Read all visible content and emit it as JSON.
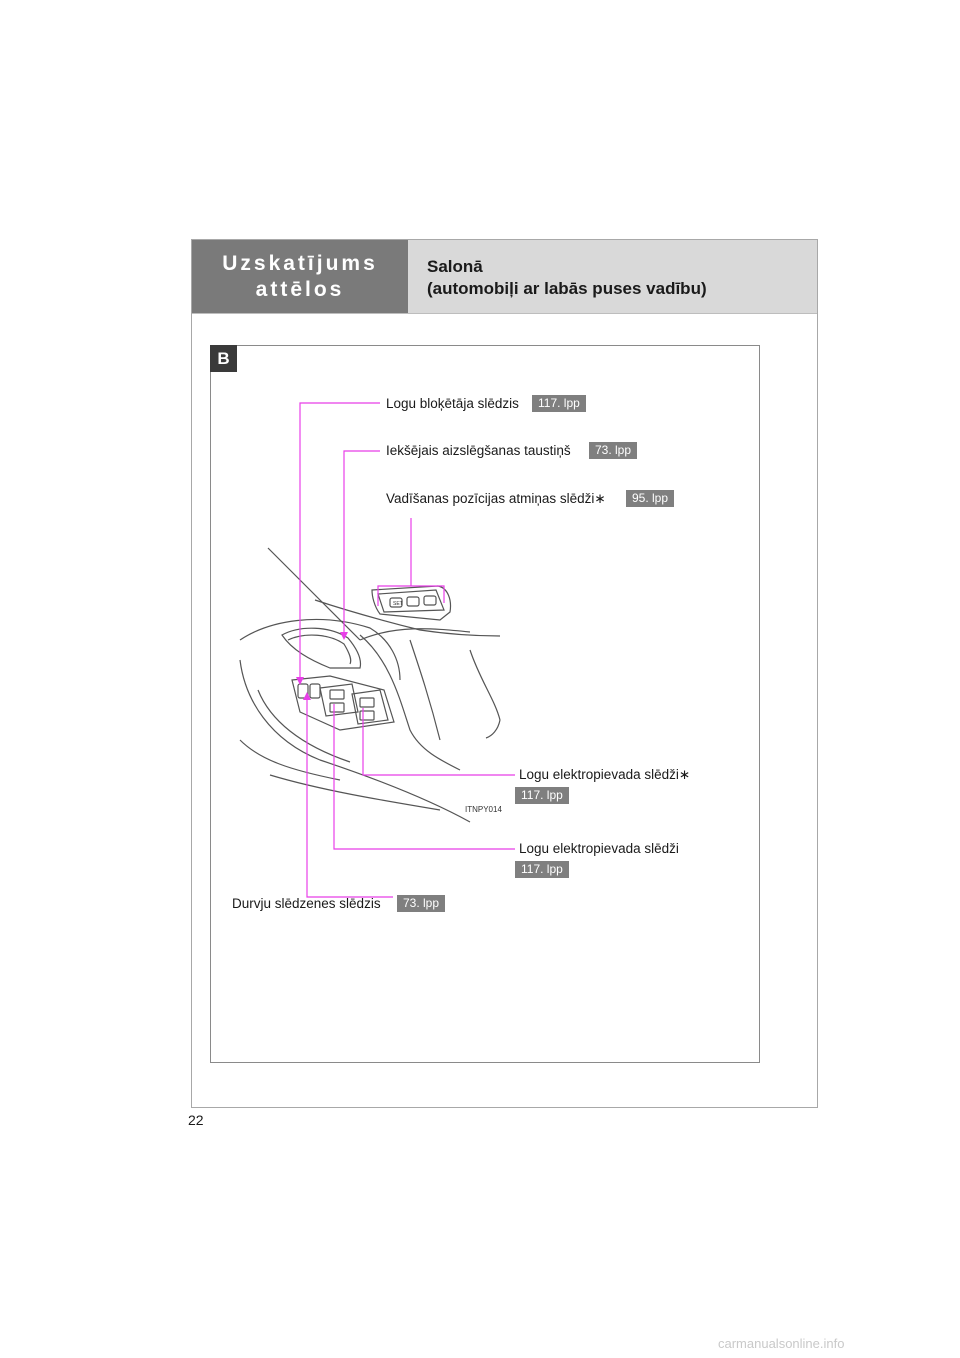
{
  "header": {
    "section_title": "Uzskatījums attēlos",
    "subtitle_line1": "Salonā",
    "subtitle_line2": "(automobiļi ar labās puses vadību)"
  },
  "figure": {
    "badge": "B",
    "code": "ITNPY014",
    "callouts": [
      {
        "label": "Logu bloķētāja slēdzis",
        "ref": "117. lpp"
      },
      {
        "label": "Iekšējais aizslēgšanas taustiņš",
        "ref": "73. lpp"
      },
      {
        "label": "Vadīšanas pozīcijas atmiņas slēdži∗",
        "ref": "95. lpp"
      },
      {
        "label": "Logu elektropievada slēdži∗",
        "ref": "117. lpp"
      },
      {
        "label": "Logu elektropievada slēdži",
        "ref": "117. lpp"
      },
      {
        "label": "Durvju slēdzenes slēdzis",
        "ref": "73. lpp"
      }
    ],
    "memory_button_label": "SET"
  },
  "page_number": "22",
  "watermark": "carmanualsonline.info",
  "colors": {
    "callout_line": "#e83fe8",
    "header_dark": "#7a7a7a",
    "header_light": "#d9d9d9",
    "ref_badge": "#7f7f7f"
  }
}
